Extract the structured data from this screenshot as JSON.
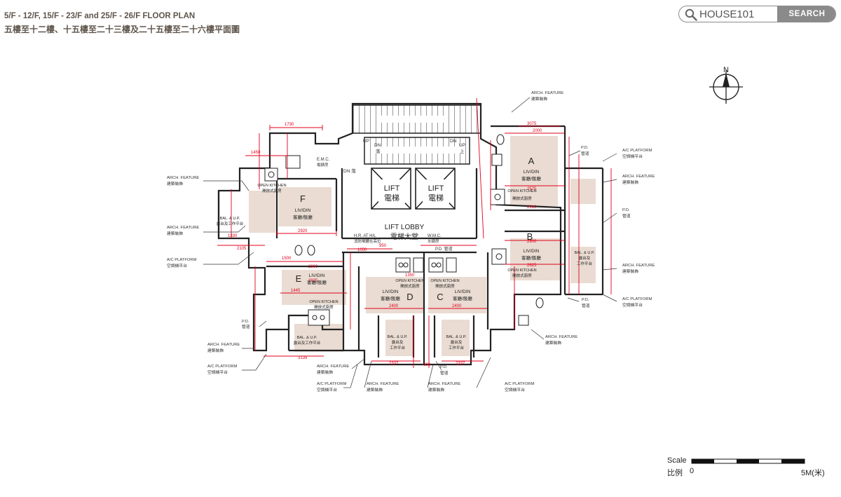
{
  "header": {
    "title_en": "5/F - 12/F, 15/F - 23/F and 25/F - 26/F FLOOR PLAN",
    "title_zh": "五樓至十二樓、十五樓至二十三樓及二十五樓至二十六樓平面圖"
  },
  "search": {
    "value": "HOUSE101",
    "button": "SEARCH"
  },
  "north": "N",
  "core": {
    "lift_left_en": "LIFT",
    "lift_left_zh": "電梯",
    "lift_right_en": "LIFT",
    "lift_right_zh": "電梯",
    "lobby_en": "LIFT LOBBY",
    "lobby_zh": "電梯大堂",
    "up1": "UP",
    "dn1": "DN",
    "dn1_zh": "落",
    "dn2": "DN",
    "up2": "UP",
    "up2_zh": "上",
    "dn3": "DN 落",
    "emc": "E.M.C.",
    "emc_zh": "電錶房",
    "hr": "H.R. AT H/L",
    "hr_zh": "消防喉轆在高位",
    "wmc": "W.M.C.",
    "wmc_zh": "水錶房",
    "pd": "P.D. 管道"
  },
  "units": {
    "A": {
      "letter": "A",
      "room": "LIV/DIN",
      "room_zh": "客廳/飯廳",
      "kitchen": "OPEN KITCHEN",
      "kitchen_zh": "開放式廚房"
    },
    "B": {
      "letter": "B",
      "room": "LIV/DIN",
      "room_zh": "客廳/飯廳",
      "kitchen": "OPEN KITCHEN",
      "kitchen_zh": "開放式廚房",
      "bal": "BAL. & U.P.",
      "bal_zh1": "露台及",
      "bal_zh2": "工作平台"
    },
    "C": {
      "letter": "C",
      "room": "LIV/DIN",
      "room_zh": "客廳/飯廳",
      "kitchen": "OPEN KITCHEN",
      "kitchen_zh": "開放式廚房",
      "bal": "BAL. & U.P.",
      "bal_zh1": "露台及",
      "bal_zh2": "工作平台"
    },
    "D": {
      "letter": "D",
      "room": "LIV/DIN",
      "room_zh": "客廳/飯廳",
      "kitchen": "OPEN KITCHEN",
      "kitchen_zh": "開放式廚房",
      "bal": "BAL. & U.P.",
      "bal_zh1": "露台及",
      "bal_zh2": "工作平台"
    },
    "E": {
      "letter": "E",
      "room": "LIV/DIN",
      "room_zh": "客廳/飯廳",
      "kitchen": "OPEN KITCHEN",
      "kitchen_zh": "開放式廚房",
      "bal": "BAL. & U.P.",
      "bal_zh": "露台及工作平台"
    },
    "F": {
      "letter": "F",
      "room": "LIV/DIN",
      "room_zh": "客廳/飯廳",
      "kitchen": "OPEN KITCHEN",
      "kitchen_zh": "開放式廚房",
      "bal": "BAL. & U.P.",
      "bal_zh": "露台及工作平台"
    }
  },
  "callouts": {
    "arch": "ARCH. FEATURE",
    "arch_zh": "建築裝飾",
    "ac": "A/C PLATFORM",
    "ac_zh": "空調機平台",
    "pd": "P.D.",
    "pd_zh": "管道"
  },
  "dims": {
    "d1730": "1730",
    "d1450": "1450",
    "d2920": "2920",
    "d2925": "2925",
    "d2900": "2900",
    "d2000": "2000",
    "d2575": "2575",
    "d2910": "2910",
    "d2625": "2625",
    "d2400": "2400",
    "d2337": "2337",
    "d1500": "1500",
    "d1445": "1445",
    "d2105": "2105",
    "d1330": "1330",
    "d3135": "3135",
    "d3075": "3075",
    "d1050": "1050",
    "d950": "950",
    "d600": "600",
    "d1350": "1350"
  },
  "scale": {
    "label_en": "Scale",
    "label_zh": "比例",
    "zero": "0",
    "max": "5M(米)"
  },
  "colors": {
    "dim_red": "#e0001b",
    "wall": "#222222",
    "floor": "#eadcd2",
    "accent": "#5f554b"
  }
}
